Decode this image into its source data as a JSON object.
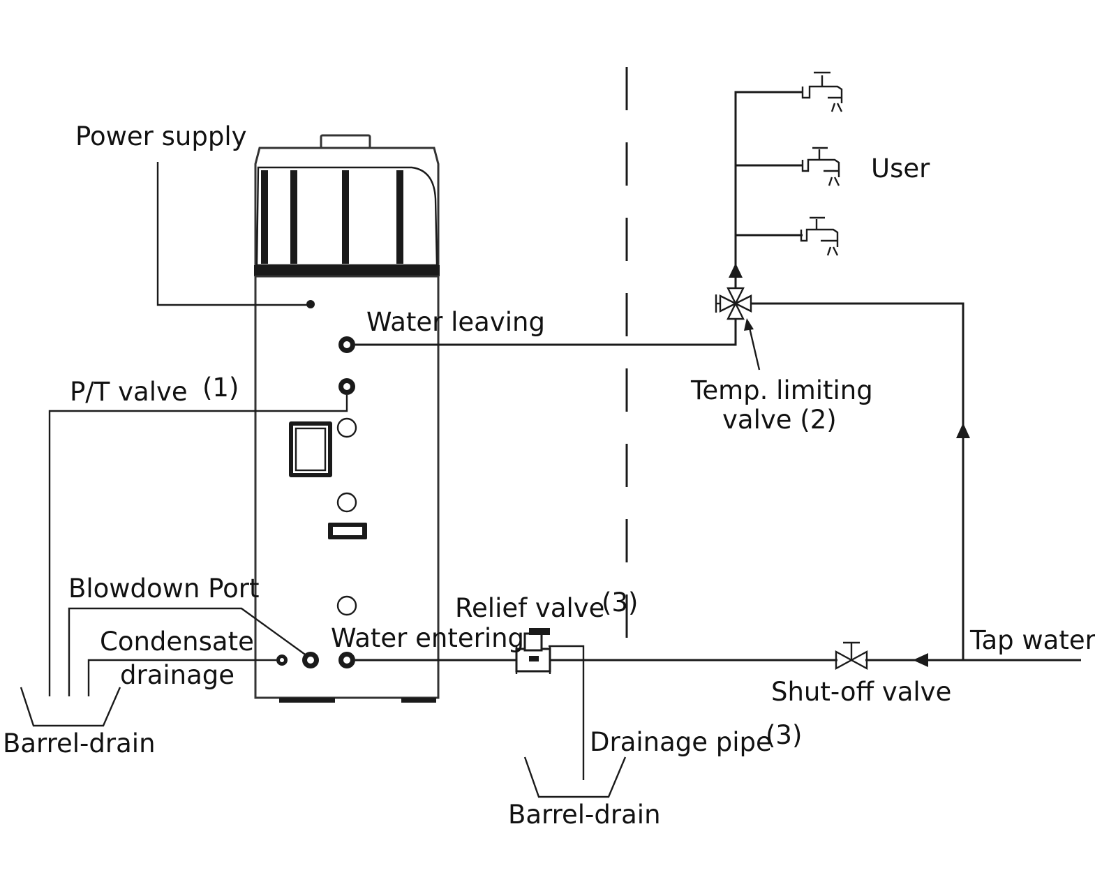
{
  "labels": {
    "power_supply": "Power supply",
    "water_leaving": "Water leaving",
    "pt_valve": "P/T valve",
    "pt_valve_note": "(1)",
    "blowdown_port": "Blowdown Port",
    "condensate_1": "Condensate",
    "condensate_2": "drainage",
    "barrel_drain_left": "Barrel-drain",
    "water_entering": "Water entering",
    "relief_valve": "Relief valve",
    "relief_valve_note": "(3)",
    "drainage_pipe": "Drainage pipe",
    "drainage_pipe_note": "(3)",
    "barrel_drain_bottom": "Barrel-drain",
    "temp_limiting_1": "Temp. limiting",
    "temp_limiting_2": "valve (2)",
    "user": "User",
    "tap_water": "Tap water",
    "shutoff_valve": "Shut-off valve"
  },
  "icons": {
    "tank": "heat-pump-water-heater-icon",
    "faucet": "faucet-icon",
    "three_way_valve": "three-way-valve-icon",
    "shutoff": "gate-valve-icon",
    "relief": "relief-valve-icon",
    "arrow": "flow-arrow-icon"
  },
  "colors": {
    "line": "#1a1a1a",
    "background": "#ffffff"
  }
}
